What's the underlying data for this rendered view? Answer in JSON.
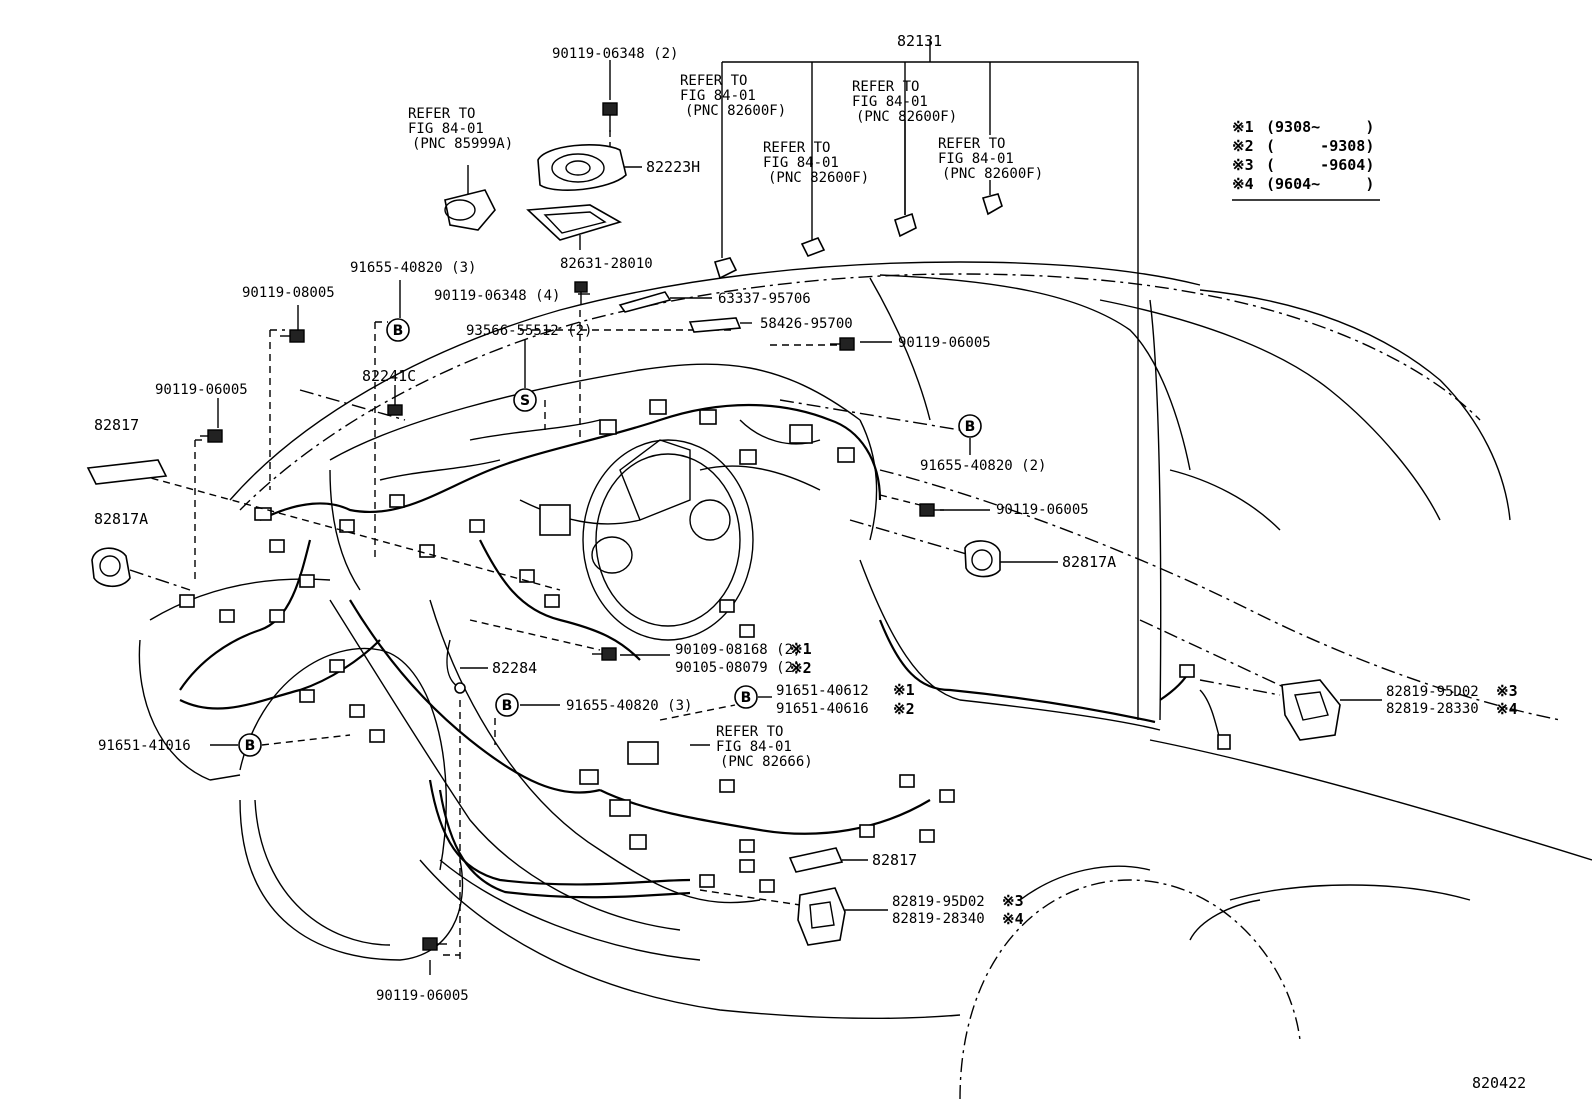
{
  "diagram_id": "820422",
  "parts": {
    "p82131": "82131",
    "p90119_06348_2": "90119-06348 (2)",
    "p82223H": "82223H",
    "p82631_28010": "82631-28010",
    "p90119_06348_4": "90119-06348 (4)",
    "p63337_95706": "63337-95706",
    "p58426_95700": "58426-95700",
    "p90119_06005_a": "90119-06005",
    "p91655_40820_3a": "91655-40820 (3)",
    "p90119_08005": "90119-08005",
    "p93566_55512": "93566-55512 (2)",
    "p82241C": "82241C",
    "p90119_06005_b": "90119-06005",
    "p82817_a": "82817",
    "p82817A_a": "82817A",
    "p91655_40820_2": "91655-40820 (2)",
    "p90119_06005_c": "90119-06005",
    "p82817A_b": "82817A",
    "p90109_08168": "90109-08168 (2)",
    "p90105_08079": "90105-08079 (2)",
    "p82284": "82284",
    "p91655_40820_3b": "91655-40820 (3)",
    "p91651_40612": "91651-40612",
    "p91651_40616": "91651-40616",
    "p91651_41016": "91651-41016",
    "p82817_b": "82817",
    "p82819_95D02_a": "82819-95D02",
    "p82819_28330": "82819-28330",
    "p82819_95D02_b": "82819-95D02",
    "p82819_28340": "82819-28340",
    "p90119_06005_d": "90119-06005"
  },
  "marks": {
    "m1": "※1",
    "m2": "※2",
    "m3": "※3",
    "m4": "※4"
  },
  "refers": {
    "r1": [
      "REFER TO",
      "FIG 84-01",
      "(PNC 85999A)"
    ],
    "r2": [
      "REFER TO",
      "FIG 84-01",
      "(PNC 82600F)"
    ],
    "r3": [
      "REFER TO",
      "FIG 84-01",
      "(PNC 82600F)"
    ],
    "r4": [
      "REFER TO",
      "FIG 84-01",
      "(PNC 82600F)"
    ],
    "r5": [
      "REFER TO",
      "FIG 84-01",
      "(PNC 82600F)"
    ],
    "r6": [
      "REFER TO",
      "FIG 84-01",
      "(PNC 82666)"
    ]
  },
  "callouts": {
    "b": "B",
    "s": "S"
  },
  "legend": [
    {
      "mark": "※1",
      "range": "(9308~     )"
    },
    {
      "mark": "※2",
      "range": "(     -9308)"
    },
    {
      "mark": "※3",
      "range": "(     -9604)"
    },
    {
      "mark": "※4",
      "range": "(9604~     )"
    }
  ]
}
